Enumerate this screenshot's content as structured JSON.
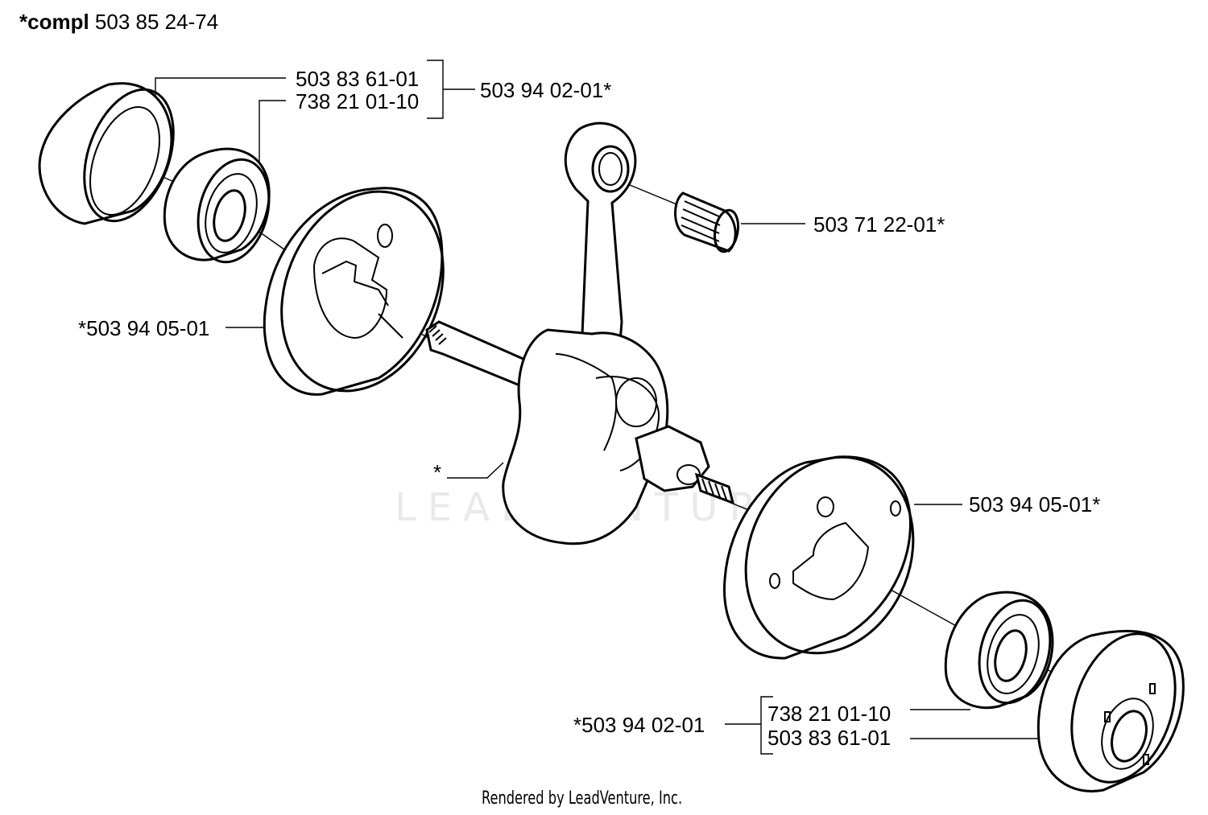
{
  "title": {
    "prefix": "*compl",
    "number": "503 85 24-74"
  },
  "callouts": {
    "upper_race": "503 83 61-01",
    "upper_bearing": "738 21 01-10",
    "upper_kit": "503 94 02-01*",
    "needle_bearing": "503 71 22-01*",
    "left_flywheel_half": "*503 94 05-01",
    "crankshaft": "*",
    "right_flywheel_half": "503 94 05-01*",
    "lower_kit": "*503 94 02-01",
    "lower_bearing": "738 21 01-10",
    "lower_race": "503 83 61-01"
  },
  "watermark": "LEADVENTURE",
  "footer": "Rendered by LeadVenture, Inc."
}
